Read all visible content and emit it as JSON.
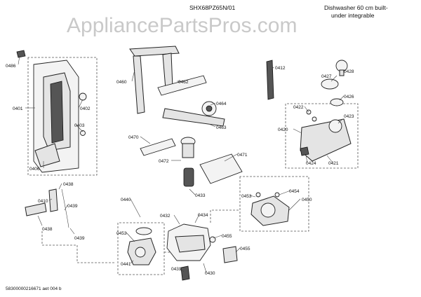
{
  "header": {
    "model": "SHX68PZ65N/01",
    "description_line1": "Dishwasher 60 cm built-",
    "description_line2": "under integrable"
  },
  "watermark": "AppliancePartsPros.com",
  "footer": "58300000216671 aet 004 b",
  "labels": {
    "p0486": "0486",
    "p0401": "0401",
    "p0402": "0402",
    "p0403": "0403",
    "p0406": "0406",
    "p0460": "0460",
    "p0462": "0462",
    "p0464": "0464",
    "p0463": "0463",
    "p0470": "0470",
    "p0471": "0471",
    "p0472": "0472",
    "p0412": "0412",
    "p0427": "0427",
    "p0428": "0428",
    "p0426": "0426",
    "p0422": "0422",
    "p0423": "0423",
    "p0420": "0420",
    "p0424": "0424",
    "p0421": "0421",
    "p0438a": "0438",
    "p0410": "0410",
    "p0439a": "0439",
    "p0438b": "0438",
    "p0439b": "0439",
    "p0433": "0433",
    "p0440": "0440",
    "p0432": "0432",
    "p0434": "0434",
    "p0453a": "0453",
    "p0454": "0454",
    "p0450": "0450",
    "p0455a": "0455",
    "p0453b": "0453",
    "p0441": "0441",
    "p0431": "0431",
    "p0455b": "0455",
    "p0430": "0430"
  }
}
